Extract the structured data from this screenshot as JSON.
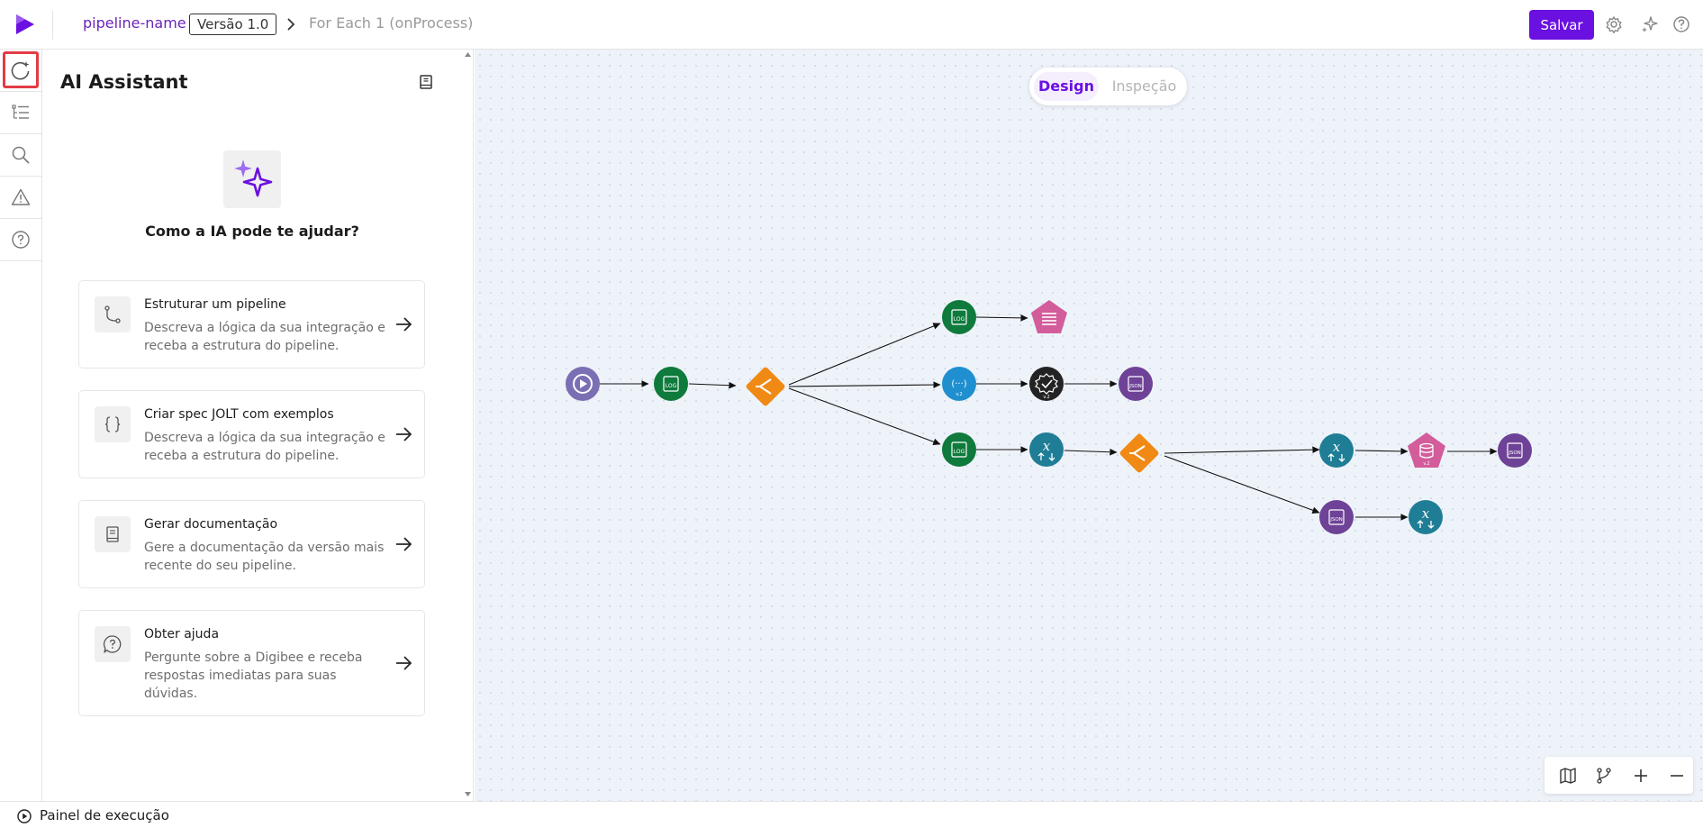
{
  "header": {
    "pipeline_name": "pipeline-name",
    "version": "Versão 1.0",
    "breadcrumb_current": "For Each 1 (onProcess)",
    "save_label": "Salvar"
  },
  "rail": {
    "items": [
      {
        "icon": "ai-assistant-icon",
        "active": true
      },
      {
        "icon": "steps-list-icon"
      },
      {
        "icon": "search-icon"
      },
      {
        "icon": "warning-icon"
      },
      {
        "icon": "help-icon"
      }
    ]
  },
  "assistant": {
    "title": "AI Assistant",
    "question": "Como a IA pode te ajudar?",
    "cards": [
      {
        "title": "Estruturar um pipeline",
        "desc": "Descreva a lógica da sua integração e receba a estrutura do pipeline.",
        "icon": "branch-path-icon"
      },
      {
        "title": "Criar spec JOLT com exemplos",
        "desc": "Descreva a lógica da sua integração e receba a estrutura do pipeline.",
        "icon": "curly-braces-icon"
      },
      {
        "title": "Gerar documentação",
        "desc": "Gere a documentação da versão mais recente do seu pipeline.",
        "icon": "document-icon"
      },
      {
        "title": "Obter ajuda",
        "desc": "Pergunte sobre a Digibee e receba respostas imediatas para suas dúvidas.",
        "icon": "question-bubble-icon"
      }
    ]
  },
  "canvas": {
    "mode_design": "Design",
    "mode_inspect": "Inspeção",
    "node_labels": {
      "log": "LOG",
      "json": "JSON",
      "version_tag": "v.2"
    }
  },
  "colors": {
    "brand": "#6a10e0",
    "trigger": "#7a6fb3",
    "log": "#0e7a3c",
    "choice": "#f08a14",
    "jolt": "#1f7d96",
    "json": "#6e4296",
    "blue": "#1f8fd0",
    "pink": "#d35c9b",
    "dark": "#232323"
  },
  "footer": {
    "label": "Painel de execução"
  }
}
